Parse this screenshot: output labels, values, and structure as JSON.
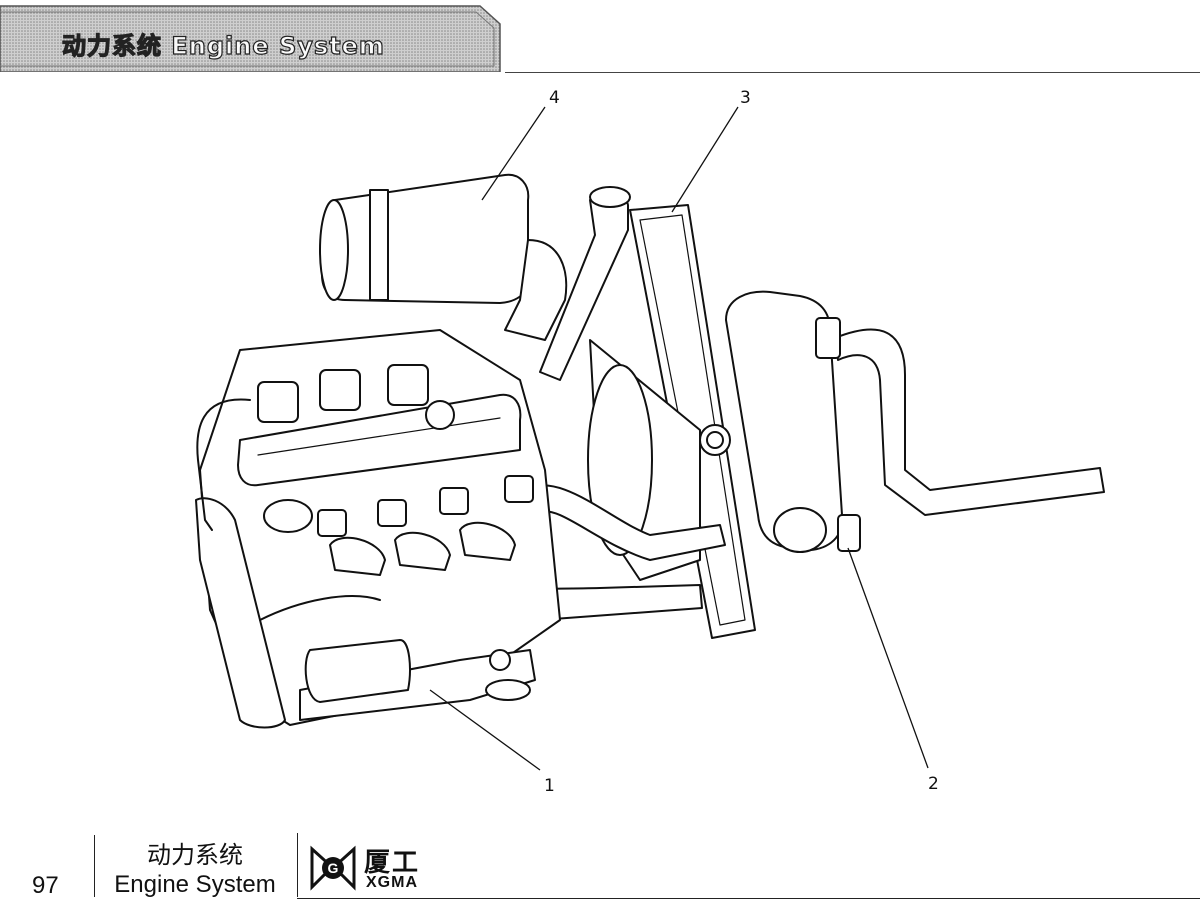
{
  "header": {
    "title": "动力系统  Engine System"
  },
  "diagram": {
    "callouts": [
      "1",
      "2",
      "3",
      "4"
    ]
  },
  "footer": {
    "page_number": "97",
    "section_cn": "动力系统",
    "section_en": "Engine System",
    "brand_cn": "厦工",
    "brand_en": "XGMA",
    "logo_letters": "G"
  }
}
